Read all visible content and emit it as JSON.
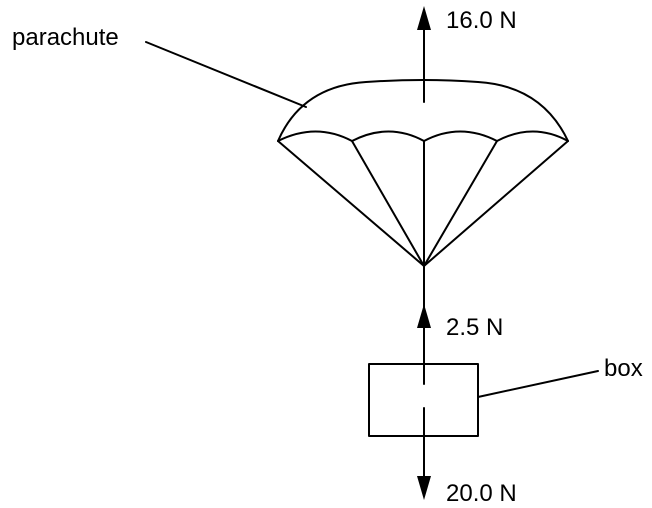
{
  "labels": {
    "parachute": "parachute",
    "box": "box",
    "force_up_parachute": "16.0 N",
    "force_up_box": "2.5 N",
    "force_down_box": "20.0 N"
  },
  "colors": {
    "stroke": "#000000",
    "background": "#ffffff"
  }
}
